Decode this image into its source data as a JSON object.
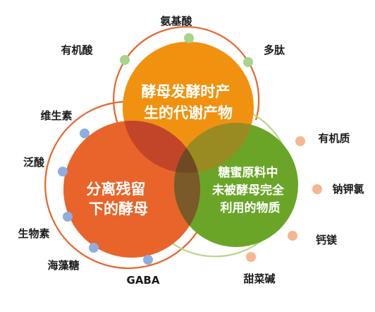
{
  "colors": {
    "top": "#f0920f",
    "left": "#e8642a",
    "right": "#6aa528",
    "top_left_overlap": "#c2452a",
    "top_right_overlap": "#9a8a22",
    "left_right_overlap": "#7a5a28",
    "center_overlap": "#6e4a24",
    "ring_top": "#e8642a",
    "ring_left": "#e8642a",
    "ring_right": "#b7d88a",
    "dot_green": "#a6d48b",
    "dot_blue": "#8eaee0",
    "dot_orange": "#f6b68f"
  },
  "circles": {
    "top": {
      "label_lines": [
        "酵母发酵时产",
        "生的代谢产物"
      ]
    },
    "left": {
      "label_lines": [
        "分离残留",
        "下的酵母"
      ]
    },
    "right": {
      "label_lines": [
        "糖蜜原料中",
        "未被酵母完全",
        "利用的物质"
      ]
    }
  },
  "nodes": {
    "top": [
      "氨基酸",
      "有机酸",
      "多肽"
    ],
    "left": [
      "维生素",
      "泛酸",
      "生物素",
      "海藻糖",
      "GABA"
    ],
    "right": [
      "有机质",
      "钠钾氯",
      "钙镁",
      "甜菜碱"
    ]
  }
}
